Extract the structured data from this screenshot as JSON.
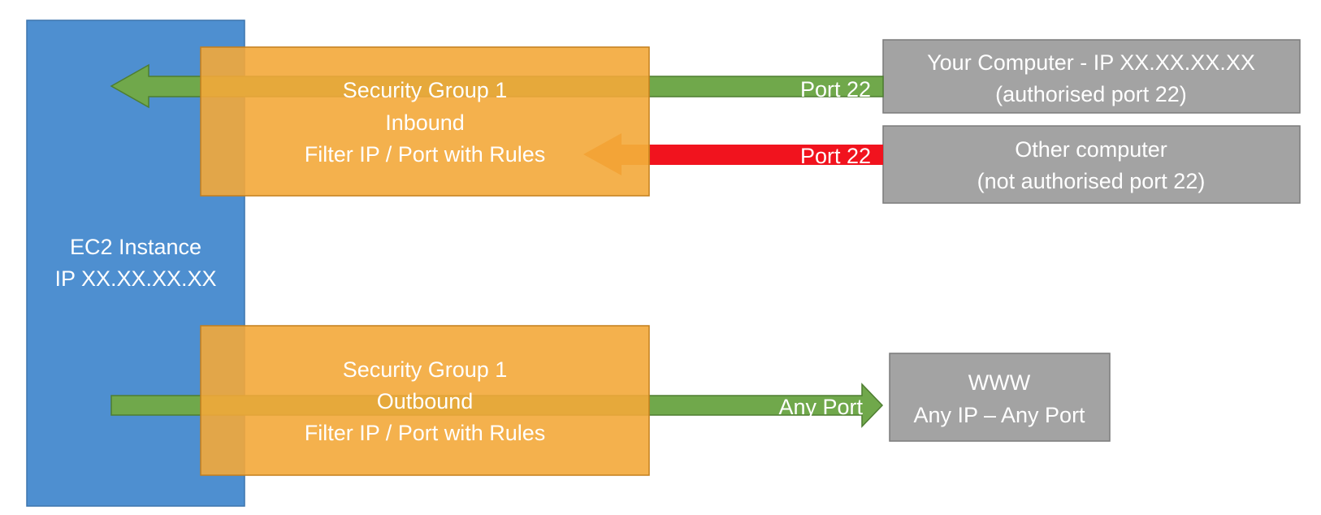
{
  "colors": {
    "ec2": "#4e8fd0",
    "ec2_border": "#3d75ad",
    "security_group": "#f3a93a",
    "security_group_border": "#c47f1c",
    "external": "#a3a3a3",
    "external_border": "#7b7b7b",
    "allowed": "#70a84b",
    "allowed_border": "#4e7e31",
    "denied": "#f1131e",
    "blocked_head": "#f47a21"
  },
  "ec2": {
    "line1": "EC2 Instance",
    "line2": "IP XX.XX.XX.XX"
  },
  "inbound_group": {
    "line1": "Security Group 1",
    "line2": "Inbound",
    "line3": "Filter IP / Port with Rules"
  },
  "outbound_group": {
    "line1": "Security Group 1",
    "line2": "Outbound",
    "line3": "Filter IP / Port with Rules"
  },
  "your_computer": {
    "line1": "Your Computer - IP XX.XX.XX.XX",
    "line2": "(authorised port 22)"
  },
  "other_computer": {
    "line1": "Other computer",
    "line2": "(not authorised port 22)"
  },
  "www": {
    "line1": "WWW",
    "line2": "Any IP – Any Port"
  },
  "arrows": {
    "inbound_allowed_label": "Port 22",
    "inbound_denied_label": "Port 22",
    "outbound_label": "Any Port"
  }
}
